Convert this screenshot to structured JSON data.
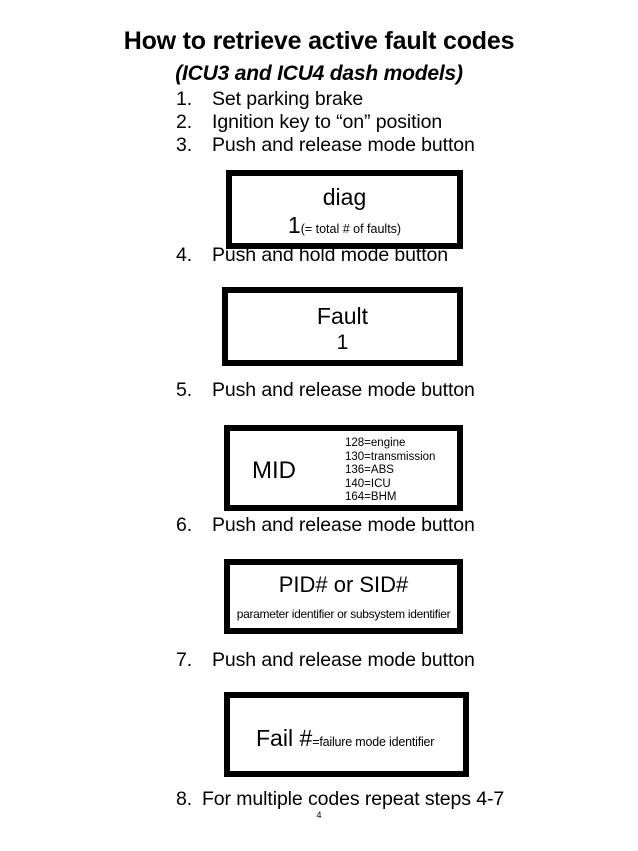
{
  "document": {
    "title": "How to retrieve active fault codes",
    "subtitle": "(ICU3 and ICU4 dash models)",
    "page_number": "4"
  },
  "steps": [
    {
      "num": "1.",
      "text": "Set parking brake"
    },
    {
      "num": "2.",
      "text": "Ignition key to “on” position"
    },
    {
      "num": "3.",
      "text": "Push and release mode button"
    },
    {
      "num": "4.",
      "text": "Push and hold mode button"
    },
    {
      "num": "5.",
      "text": "Push and release mode button"
    },
    {
      "num": "6.",
      "text": "Push and release mode button"
    },
    {
      "num": "7.",
      "text": "Push and release mode button"
    },
    {
      "num": "8.",
      "text": "For multiple codes repeat steps 4-7"
    }
  ],
  "displays": {
    "diag": {
      "label": "diag",
      "value": "1",
      "note": "(= total # of faults)"
    },
    "fault": {
      "label": "Fault",
      "value": "1"
    },
    "mid": {
      "label": "MID",
      "codes": [
        "128=engine",
        "130=transmission",
        "136=ABS",
        "140=ICU",
        "164=BHM"
      ]
    },
    "pid": {
      "label": "PID# or SID#",
      "note": "parameter identifier or subsystem identifier"
    },
    "fail": {
      "label": "Fail #",
      "note": "=failure mode  identifier"
    }
  }
}
